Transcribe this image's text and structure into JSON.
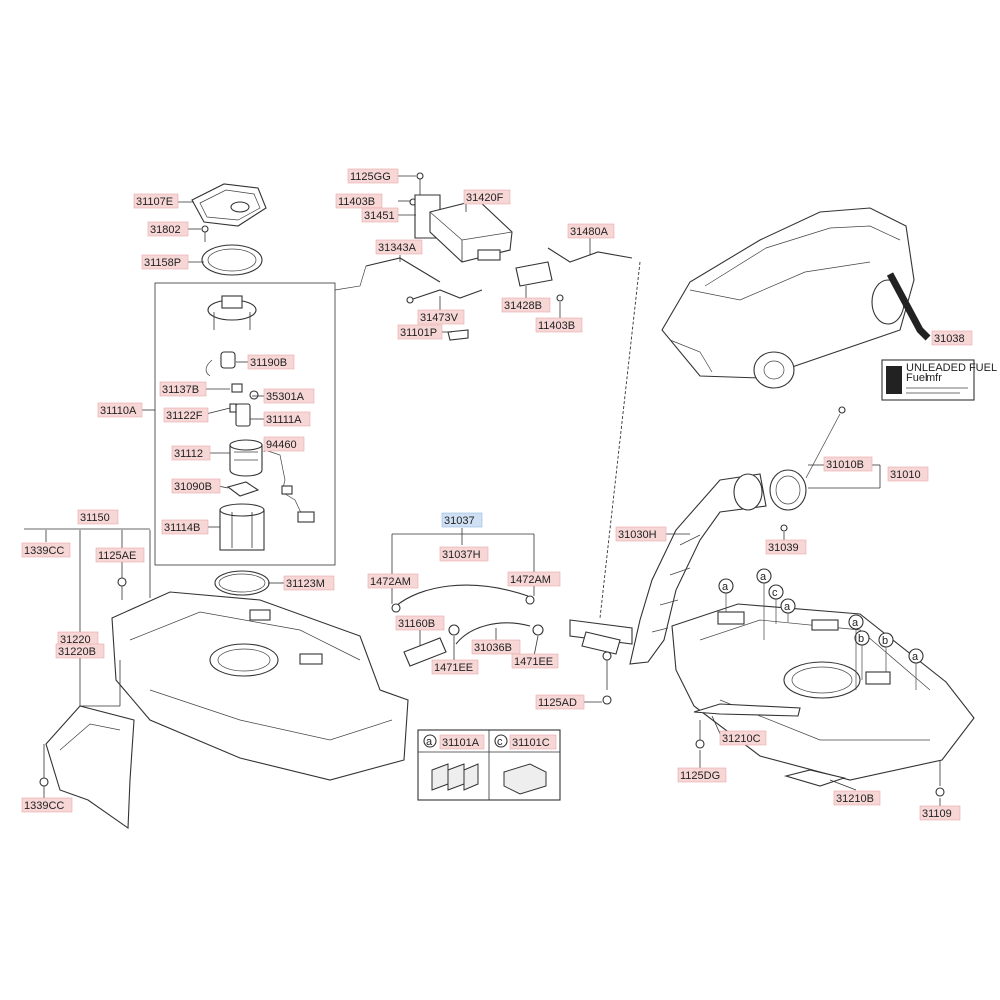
{
  "labels": {
    "l31107E": "31107E",
    "l31802": "31802",
    "l31158P": "31158P",
    "l1125GG": "1125GG",
    "l11403B_top": "11403B",
    "l31451": "31451",
    "l31420F": "31420F",
    "l31343A": "31343A",
    "l31480A": "31480A",
    "l31473V": "31473V",
    "l31101P": "31101P",
    "l31428B": "31428B",
    "l11403B_bot": "11403B",
    "l31190B": "31190B",
    "l31137B": "31137B",
    "l35301A": "35301A",
    "l31110A": "31110A",
    "l31122F": "31122F",
    "l31111A": "31111A",
    "l94460": "94460",
    "l31112": "31112",
    "l31090B": "31090B",
    "l31114B": "31114B",
    "l31123M": "31123M",
    "l31150": "31150",
    "l1339CC_top": "1339CC",
    "l1125AE": "1125AE",
    "l31220": "31220",
    "l31220B": "31220B",
    "l1339CC_bot": "1339CC",
    "l31037": "31037",
    "l31037H": "31037H",
    "l1472AM_l": "1472AM",
    "l1472AM_r": "1472AM",
    "l31160B": "31160B",
    "l1471EE_l": "1471EE",
    "l31036B": "31036B",
    "l1471EE_r": "1471EE",
    "l1125AD": "1125AD",
    "l31030H": "31030H",
    "l31039": "31039",
    "l31010B": "31010B",
    "l31010": "31010",
    "l31038": "31038",
    "l31210C": "31210C",
    "l1125DG": "1125DG",
    "l31210B": "31210B",
    "l31109": "31109",
    "l31101A": "31101A",
    "l31101C": "31101C",
    "key_a": "a",
    "key_c": "c",
    "pin_a": "a",
    "pin_b": "b",
    "pin_c": "c"
  },
  "label_sheet": {
    "line1": "UNLEADED FUEL ONLY",
    "line2": "Fuel",
    "line3": "mfr"
  }
}
